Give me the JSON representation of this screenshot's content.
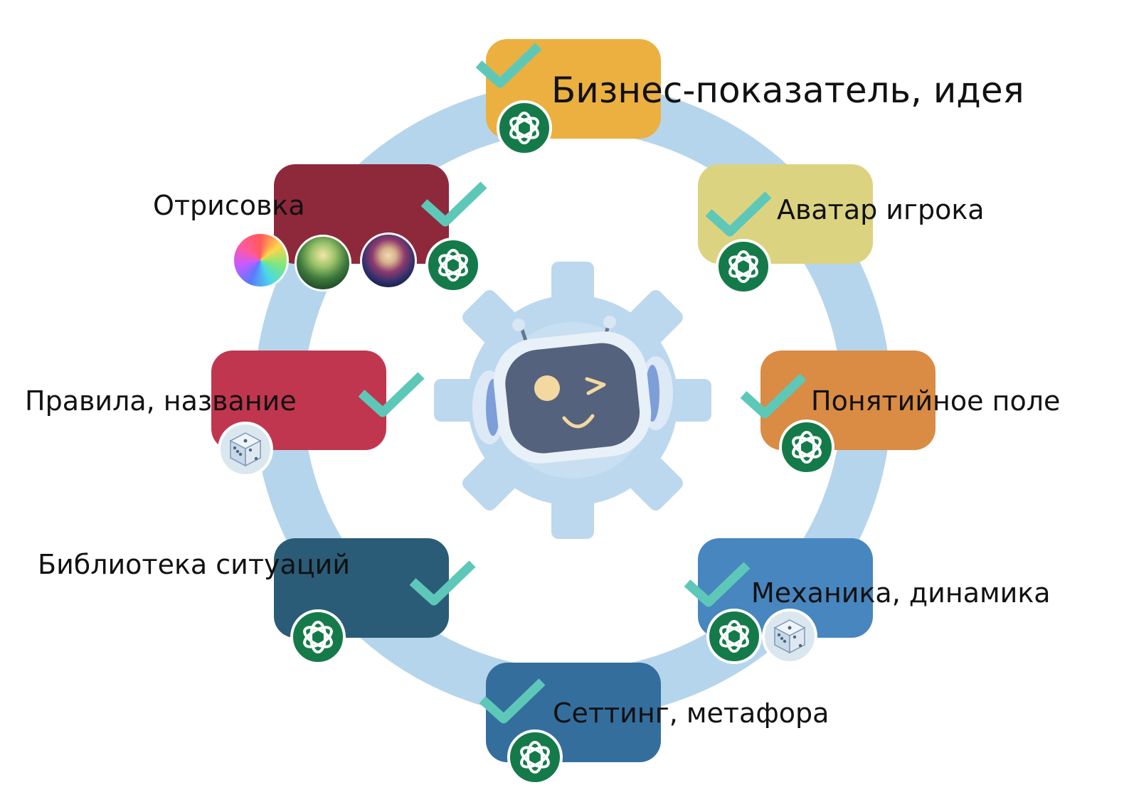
{
  "colors": {
    "ring": "#b5d5ec",
    "check": "#5ec8b8",
    "gpt_badge": "#157a4a",
    "gear": "#bcd8ee",
    "robot_screen": "#55627e"
  },
  "center": {
    "icon": "robot-gear-icon"
  },
  "stages": [
    {
      "id": "business",
      "label": "Бизнес-показатель, идея",
      "color": "#ebb040",
      "done": true,
      "tools": [
        "chatgpt-icon"
      ]
    },
    {
      "id": "avatar",
      "label": "Аватар игрока",
      "color": "#dcd381",
      "done": true,
      "tools": [
        "chatgpt-icon"
      ]
    },
    {
      "id": "concept",
      "label": "Понятийное поле",
      "color": "#da8b44",
      "done": true,
      "tools": [
        "chatgpt-icon"
      ]
    },
    {
      "id": "mechanics",
      "label": "Механика, динамика",
      "color": "#4786bf",
      "done": true,
      "tools": [
        "chatgpt-icon",
        "dice-icon"
      ]
    },
    {
      "id": "setting",
      "label": "Сеттинг, метафора",
      "color": "#346e9d",
      "done": true,
      "tools": [
        "chatgpt-icon"
      ]
    },
    {
      "id": "library",
      "label": "Библиотека ситуаций",
      "color": "#2a5c78",
      "done": true,
      "tools": [
        "chatgpt-icon"
      ]
    },
    {
      "id": "rules",
      "label": "Правила, название",
      "color": "#c1364f",
      "done": true,
      "tools": [
        "dice-icon"
      ]
    },
    {
      "id": "drawing",
      "label": "Отрисовка",
      "color": "#8e293c",
      "done": true,
      "tools": [
        "color-wheel-icon",
        "forest-image-icon",
        "wizard-image-icon",
        "chatgpt-icon"
      ]
    }
  ]
}
